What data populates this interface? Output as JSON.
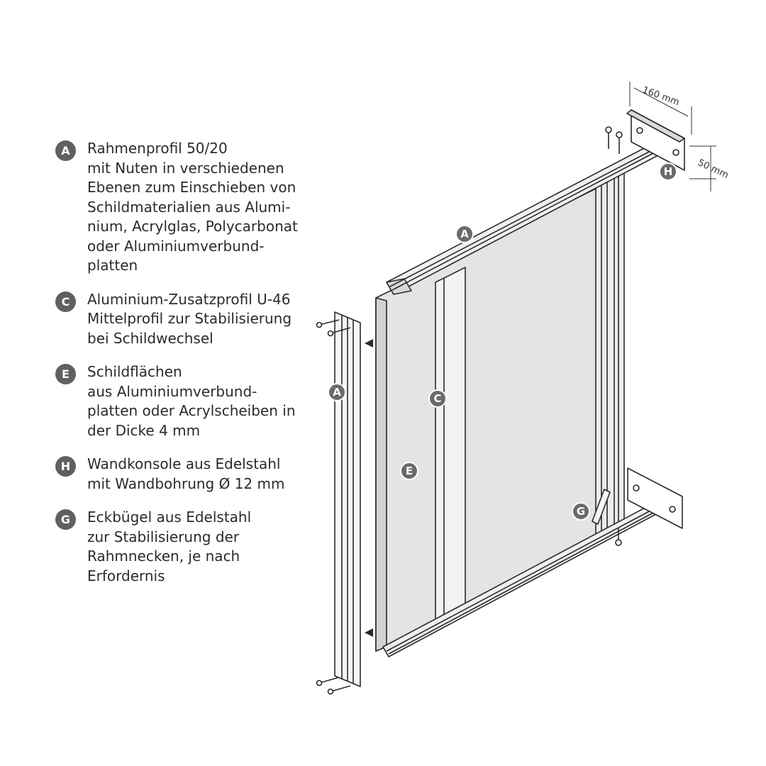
{
  "legend": [
    {
      "letter": "A",
      "lines": [
        "Rahmenprofil 50/20",
        "mit Nuten in verschiedenen",
        "Ebenen zum Einschieben von",
        "Schildmaterialien aus Alumi-",
        "nium, Acrylglas, Polycarbonat",
        "oder Aluminiumverbund-",
        "platten"
      ]
    },
    {
      "letter": "C",
      "lines": [
        "Aluminium-Zusatzprofil U-46",
        "Mittelprofil zur Stabilisierung",
        "bei Schildwechsel"
      ]
    },
    {
      "letter": "E",
      "lines": [
        "Schildflächen",
        "aus Aluminiumverbund-",
        "platten oder Acrylscheiben in",
        "der Dicke 4 mm"
      ]
    },
    {
      "letter": "H",
      "lines": [
        "Wandkonsole aus Edelstahl",
        "mit Wandbohrung Ø 12 mm"
      ]
    },
    {
      "letter": "G",
      "lines": [
        "Eckbügel aus Edelstahl",
        "zur Stabilisierung der",
        "Rahmnecken, je nach",
        "Erfordernis"
      ]
    }
  ],
  "drawing": {
    "callouts": {
      "a_top": "A",
      "a_side": "A",
      "c": "C",
      "e": "E",
      "g": "G",
      "h": "H"
    },
    "dimensions": {
      "width": "160 mm",
      "depth": "50 mm"
    }
  }
}
